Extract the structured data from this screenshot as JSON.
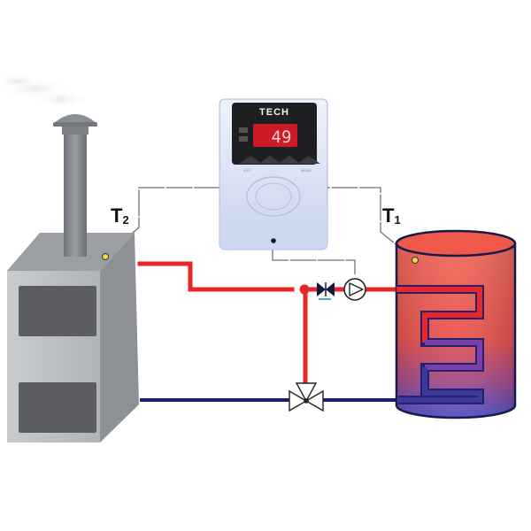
{
  "controller": {
    "brand": "TECH",
    "display_value": "49",
    "button_labels": [
      "EXIT",
      "MENU"
    ]
  },
  "sensors": {
    "t1": {
      "letter": "T",
      "index": "1"
    },
    "t2": {
      "letter": "T",
      "index": "2"
    }
  },
  "colors": {
    "hot_pipe": "#e8262b",
    "cold_pipe": "#1c1f6b",
    "signal_wire": "#707070",
    "boiler_body": "#b9bcc0",
    "boiler_door": "#5b5d60",
    "tank_top": "#f0584a",
    "tank_bottom": "#5c55c8",
    "coil": "#2a2a7a",
    "controller_body": "#dde4f5",
    "display_bg": "#cc1b24"
  },
  "icons": [
    "chimney-icon",
    "smoke-icon",
    "pump-icon",
    "check-valve-icon",
    "three-way-valve-icon",
    "sensor-dot-icon"
  ]
}
